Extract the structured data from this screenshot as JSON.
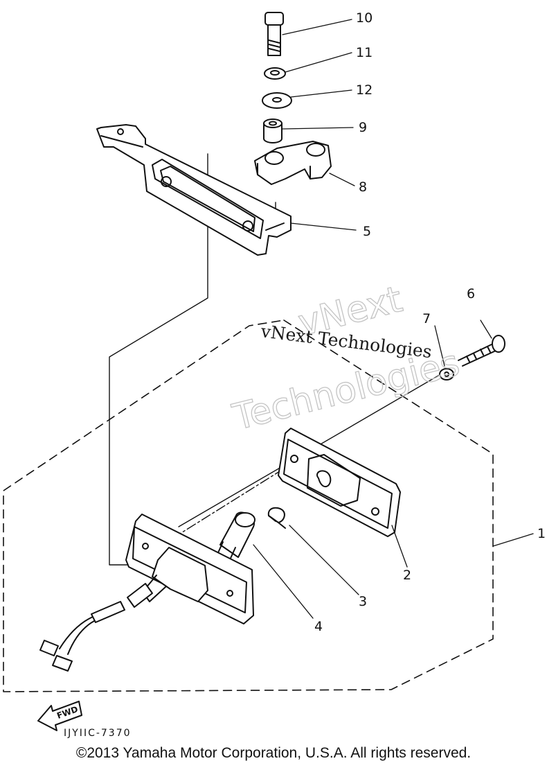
{
  "diagram": {
    "callouts": [
      "1",
      "2",
      "3",
      "4",
      "5",
      "6",
      "7",
      "8",
      "9",
      "10",
      "11",
      "12"
    ],
    "watermark": {
      "large_line_1": "vNext",
      "large_line_2": "Technologies",
      "small_line": "vNext Technologies"
    },
    "direction_tag": "FWD",
    "drawing_code": "IJYIIC-7370"
  },
  "copyright": "©2013 Yamaha Motor Corporation, U.S.A. All rights reserved."
}
